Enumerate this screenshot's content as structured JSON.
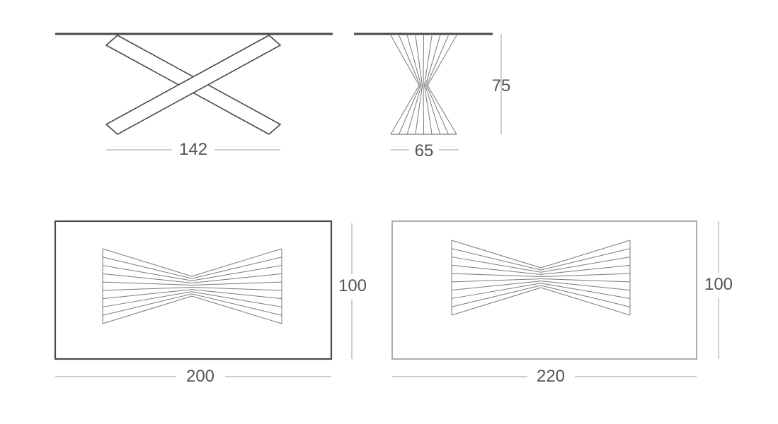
{
  "dimensions": {
    "side_length": "142",
    "side_width": "65",
    "height": "75",
    "top_small_length": "200",
    "top_small_depth": "100",
    "top_large_length": "220",
    "top_large_depth": "100"
  },
  "colors": {
    "outline": "#4a4a4a",
    "thin_line": "#7a7a7a",
    "dim_line": "#bdbdbd",
    "label": "#555555"
  }
}
